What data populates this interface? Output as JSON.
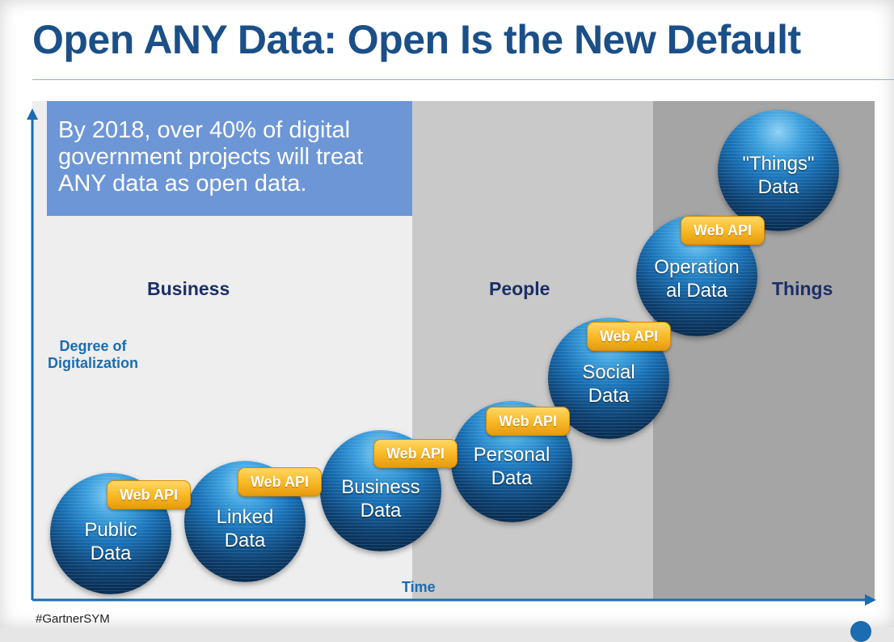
{
  "title": "Open ANY Data: Open Is the New Default",
  "callout": {
    "lines": [
      "By 2018, over 40% of digital",
      "government projects will treat",
      "ANY data as open data."
    ]
  },
  "regions": {
    "business": "Business",
    "people": "People",
    "things": "Things"
  },
  "axes": {
    "y_label_lines": [
      "Degree of",
      "Digitalization"
    ],
    "x_label": "Time"
  },
  "data_nodes": [
    {
      "lines": [
        "Public",
        "Data"
      ]
    },
    {
      "lines": [
        "Linked",
        "Data"
      ]
    },
    {
      "lines": [
        "Business",
        "Data"
      ]
    },
    {
      "lines": [
        "Personal",
        "Data"
      ]
    },
    {
      "lines": [
        "Social",
        "Data"
      ]
    },
    {
      "lines": [
        "Operation",
        "al Data"
      ]
    },
    {
      "lines": [
        "\"Things\"",
        "Data"
      ]
    }
  ],
  "connector_label": "Web API",
  "footer": {
    "tag": "#GartnerSYM"
  },
  "colors": {
    "title": "#1b4f88",
    "callout_bg": "#6d96d7",
    "band_business": "#eeeeee",
    "band_people": "#c9c9c9",
    "band_things": "#a5a5a5",
    "axis": "#1b6cb0",
    "web_api": "#f8ba28"
  }
}
